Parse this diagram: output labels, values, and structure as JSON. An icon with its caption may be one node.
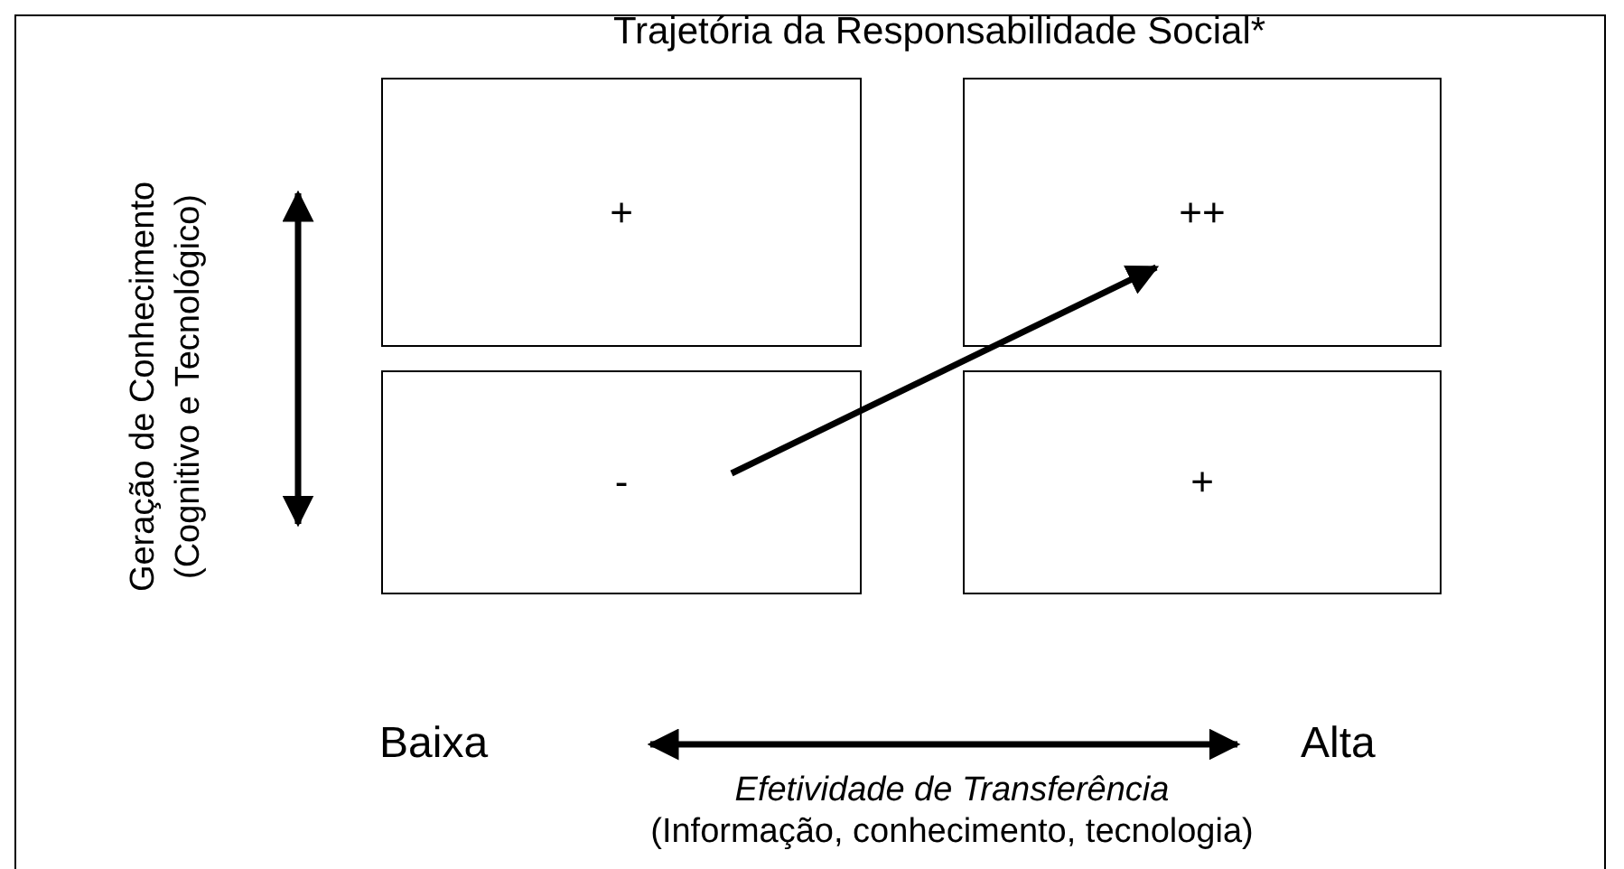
{
  "diagram": {
    "title": "Trajetória da Responsabilidade Social*",
    "nodes": [
      {
        "text": [
          "+"
        ]
      },
      {
        "text": [
          "++"
        ]
      },
      {
        "text": [
          "-"
        ]
      },
      {
        "text": [
          "+"
        ]
      }
    ],
    "edges": [
      {
        "from": 2,
        "to": 1,
        "arrow": "to"
      }
    ],
    "labels": [
      "Geração de Conhecimento",
      "(Cognitivo e Tecnológico)",
      "Baixa",
      "Alta",
      "Efetividade de Transferência",
      "(Informação, conhecimento, tecnologia)"
    ]
  }
}
